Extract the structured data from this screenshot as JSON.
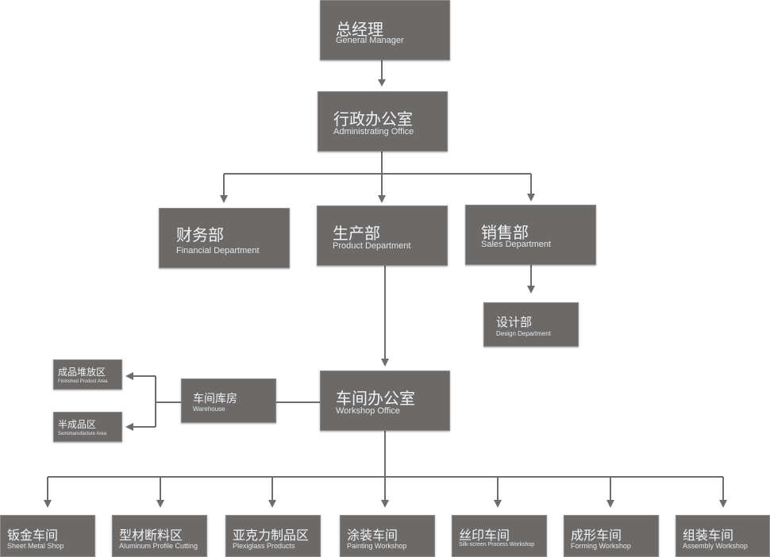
{
  "org_chart": {
    "general_manager": {
      "zh": "总经理",
      "en": "General Manager"
    },
    "admin_office": {
      "zh": "行政办公室",
      "en": "Administrating Office"
    },
    "finance": {
      "zh": "财务部",
      "en": "Financial Department"
    },
    "product": {
      "zh": "生产部",
      "en": "Product Department"
    },
    "sales": {
      "zh": "销售部",
      "en": "Sales Department"
    },
    "design": {
      "zh": "设计部",
      "en": "Design Department"
    },
    "workshop_office": {
      "zh": "车间办公室",
      "en": "Workshop Office"
    },
    "warehouse": {
      "zh": "车间库房",
      "en": "Warehouse"
    },
    "finished_area": {
      "zh": "成品堆放区",
      "en": "Fininshed Product Area"
    },
    "semi_area": {
      "zh": "半成品区",
      "en": "Semimanufacture Area"
    },
    "shops": [
      {
        "zh": "钣金车间",
        "en": "Sheet Metal Shop"
      },
      {
        "zh": "型材断料区",
        "en": "Aluminum Profile Cutting"
      },
      {
        "zh": "亚克力制品区",
        "en": "Plexiglass Products"
      },
      {
        "zh": "涂装车间",
        "en": "Painting Workshop"
      },
      {
        "zh": "丝印车间",
        "en": "Silk-screen Process Workshop"
      },
      {
        "zh": "成形车间",
        "en": "Forming Workshop"
      },
      {
        "zh": "组装车间",
        "en": "Assembly Workshop"
      }
    ]
  },
  "colors": {
    "box": "#6c6a69",
    "line": "#6f6d6c",
    "text": "#f3f3f3"
  }
}
